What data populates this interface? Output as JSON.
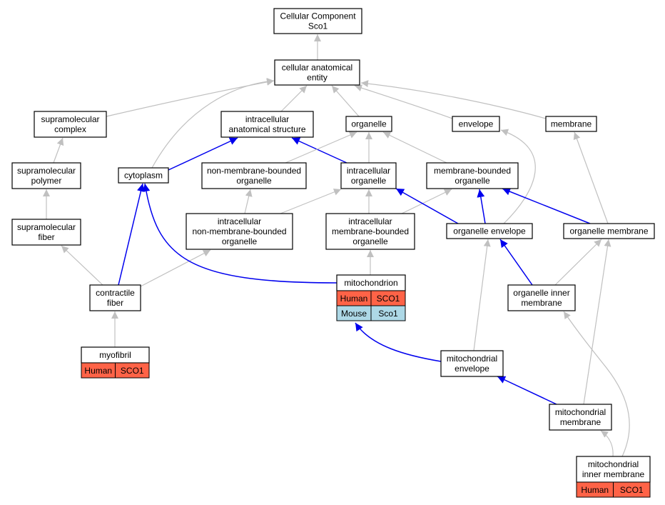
{
  "colors": {
    "is_a_edge": "#c0c0c0",
    "part_of_edge": "#0000ee",
    "human_cell": "#ff6347",
    "mouse_cell": "#add8e6",
    "node_border": "#000000"
  },
  "nodes": [
    {
      "id": "cellular-component",
      "lines": [
        "Cellular Component",
        "Sco1"
      ]
    },
    {
      "id": "cellular-anatomical-entity",
      "lines": [
        "cellular anatomical",
        "entity"
      ]
    },
    {
      "id": "supramolecular-complex",
      "lines": [
        "supramolecular",
        "complex"
      ]
    },
    {
      "id": "intracellular-anatomical-structure",
      "lines": [
        "intracellular",
        "anatomical structure"
      ]
    },
    {
      "id": "organelle",
      "lines": [
        "organelle"
      ]
    },
    {
      "id": "envelope",
      "lines": [
        "envelope"
      ]
    },
    {
      "id": "membrane",
      "lines": [
        "membrane"
      ]
    },
    {
      "id": "supramolecular-polymer",
      "lines": [
        "supramolecular",
        "polymer"
      ]
    },
    {
      "id": "cytoplasm",
      "lines": [
        "cytoplasm"
      ]
    },
    {
      "id": "non-membrane-bounded-organelle",
      "lines": [
        "non-membrane-bounded",
        "organelle"
      ]
    },
    {
      "id": "intracellular-organelle",
      "lines": [
        "intracellular",
        "organelle"
      ]
    },
    {
      "id": "membrane-bounded-organelle",
      "lines": [
        "membrane-bounded",
        "organelle"
      ]
    },
    {
      "id": "supramolecular-fiber",
      "lines": [
        "supramolecular",
        "fiber"
      ]
    },
    {
      "id": "intracellular-non-membrane-bounded-organelle",
      "lines": [
        "intracellular",
        "non-membrane-bounded",
        "organelle"
      ]
    },
    {
      "id": "intracellular-membrane-bounded-organelle",
      "lines": [
        "intracellular",
        "membrane-bounded",
        "organelle"
      ]
    },
    {
      "id": "organelle-envelope",
      "lines": [
        "organelle envelope"
      ]
    },
    {
      "id": "organelle-membrane",
      "lines": [
        "organelle membrane"
      ]
    },
    {
      "id": "contractile-fiber",
      "lines": [
        "contractile",
        "fiber"
      ]
    },
    {
      "id": "mitochondrion",
      "lines": [
        "mitochondrion"
      ],
      "annotations": [
        [
          "Human",
          "SCO1"
        ],
        [
          "Mouse",
          "Sco1"
        ]
      ]
    },
    {
      "id": "organelle-inner-membrane",
      "lines": [
        "organelle inner",
        "membrane"
      ]
    },
    {
      "id": "myofibril",
      "lines": [
        "myofibril"
      ],
      "annotations": [
        [
          "Human",
          "SCO1"
        ]
      ]
    },
    {
      "id": "mitochondrial-envelope",
      "lines": [
        "mitochondrial",
        "envelope"
      ]
    },
    {
      "id": "mitochondrial-membrane",
      "lines": [
        "mitochondrial",
        "membrane"
      ]
    },
    {
      "id": "mitochondrial-inner-membrane",
      "lines": [
        "mitochondrial",
        "inner membrane"
      ],
      "annotations": [
        [
          "Human",
          "SCO1"
        ]
      ]
    }
  ],
  "edges": [
    {
      "from": "cellular-anatomical-entity",
      "to": "cellular-component",
      "type": "is_a"
    },
    {
      "from": "supramolecular-complex",
      "to": "cellular-anatomical-entity",
      "type": "is_a"
    },
    {
      "from": "intracellular-anatomical-structure",
      "to": "cellular-anatomical-entity",
      "type": "is_a"
    },
    {
      "from": "organelle",
      "to": "cellular-anatomical-entity",
      "type": "is_a"
    },
    {
      "from": "envelope",
      "to": "cellular-anatomical-entity",
      "type": "is_a"
    },
    {
      "from": "membrane",
      "to": "cellular-anatomical-entity",
      "type": "is_a"
    },
    {
      "from": "cytoplasm",
      "to": "cellular-anatomical-entity",
      "type": "is_a"
    },
    {
      "from": "supramolecular-polymer",
      "to": "supramolecular-complex",
      "type": "is_a"
    },
    {
      "from": "supramolecular-fiber",
      "to": "supramolecular-polymer",
      "type": "is_a"
    },
    {
      "from": "cytoplasm",
      "to": "intracellular-anatomical-structure",
      "type": "part_of"
    },
    {
      "from": "intracellular-organelle",
      "to": "intracellular-anatomical-structure",
      "type": "part_of"
    },
    {
      "from": "non-membrane-bounded-organelle",
      "to": "organelle",
      "type": "is_a"
    },
    {
      "from": "intracellular-organelle",
      "to": "organelle",
      "type": "is_a"
    },
    {
      "from": "membrane-bounded-organelle",
      "to": "organelle",
      "type": "is_a"
    },
    {
      "from": "organelle-envelope",
      "to": "envelope",
      "type": "is_a"
    },
    {
      "from": "organelle-membrane",
      "to": "membrane",
      "type": "is_a"
    },
    {
      "from": "intracellular-non-membrane-bounded-organelle",
      "to": "non-membrane-bounded-organelle",
      "type": "is_a"
    },
    {
      "from": "intracellular-non-membrane-bounded-organelle",
      "to": "intracellular-organelle",
      "type": "is_a"
    },
    {
      "from": "intracellular-membrane-bounded-organelle",
      "to": "intracellular-organelle",
      "type": "is_a"
    },
    {
      "from": "intracellular-membrane-bounded-organelle",
      "to": "membrane-bounded-organelle",
      "type": "is_a"
    },
    {
      "from": "organelle-envelope",
      "to": "intracellular-organelle",
      "type": "part_of"
    },
    {
      "from": "organelle-envelope",
      "to": "membrane-bounded-organelle",
      "type": "part_of"
    },
    {
      "from": "organelle-membrane",
      "to": "membrane-bounded-organelle",
      "type": "part_of"
    },
    {
      "from": "contractile-fiber",
      "to": "supramolecular-fiber",
      "type": "is_a"
    },
    {
      "from": "contractile-fiber",
      "to": "intracellular-non-membrane-bounded-organelle",
      "type": "is_a"
    },
    {
      "from": "contractile-fiber",
      "to": "cytoplasm",
      "type": "part_of"
    },
    {
      "from": "mitochondrion",
      "to": "intracellular-membrane-bounded-organelle",
      "type": "is_a"
    },
    {
      "from": "mitochondrion",
      "to": "cytoplasm",
      "type": "part_of"
    },
    {
      "from": "organelle-inner-membrane",
      "to": "organelle-membrane",
      "type": "is_a"
    },
    {
      "from": "organelle-inner-membrane",
      "to": "organelle-envelope",
      "type": "part_of"
    },
    {
      "from": "myofibril",
      "to": "contractile-fiber",
      "type": "is_a"
    },
    {
      "from": "mitochondrial-envelope",
      "to": "organelle-envelope",
      "type": "is_a"
    },
    {
      "from": "mitochondrial-envelope",
      "to": "mitochondrion",
      "type": "part_of"
    },
    {
      "from": "mitochondrial-membrane",
      "to": "organelle-membrane",
      "type": "is_a"
    },
    {
      "from": "mitochondrial-membrane",
      "to": "mitochondrial-envelope",
      "type": "part_of"
    },
    {
      "from": "mitochondrial-inner-membrane",
      "to": "mitochondrial-membrane",
      "type": "is_a"
    },
    {
      "from": "mitochondrial-inner-membrane",
      "to": "organelle-inner-membrane",
      "type": "is_a"
    }
  ]
}
